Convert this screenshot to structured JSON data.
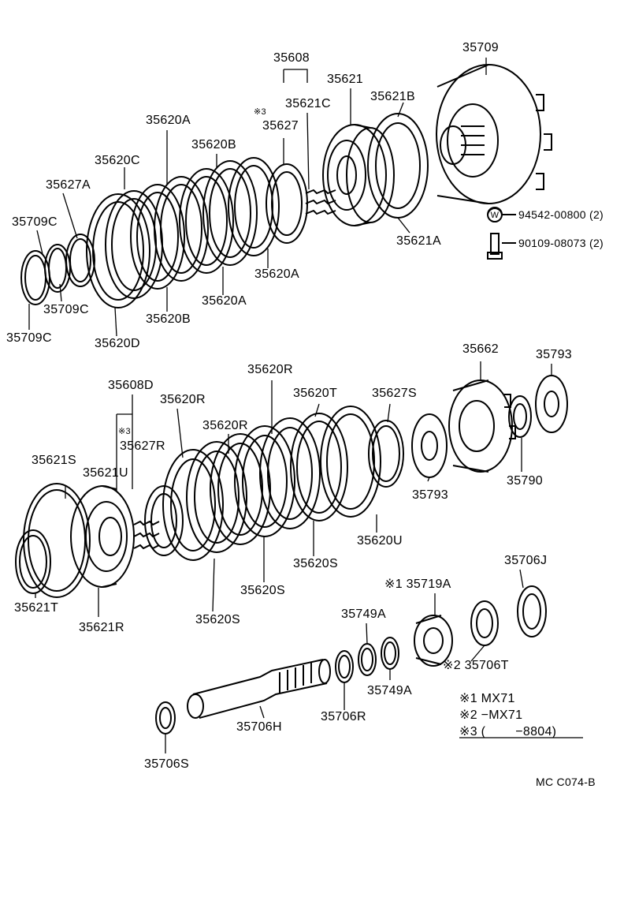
{
  "labels": {
    "p35608": "35608",
    "p35709": "35709",
    "p35621": "35621",
    "p35621B": "35621B",
    "p35621C": "35621C",
    "note3a": "※3",
    "p35627": "35627",
    "p35620A_top": "35620A",
    "p35620B_top": "35620B",
    "p35620C": "35620C",
    "p35627A": "35627A",
    "p35709C_a": "35709C",
    "p35709C_b": "35709C",
    "p35709C_c": "35709C",
    "p35620D": "35620D",
    "p35620B_bot": "35620B",
    "p35620A_mid": "35620A",
    "p35620A_right": "35620A",
    "p35621A": "35621A",
    "p94542_circle": "W",
    "p94542": "94542-00800 (2)",
    "p90109": "90109-08073 (2)",
    "p35662": "35662",
    "p35793_top": "35793",
    "p35793_bot": "35793",
    "p35790": "35790",
    "p35608D": "35608D",
    "note3b": "※3",
    "p35627R": "35627R",
    "p35621U": "35621U",
    "p35621S": "35621S",
    "p35620R_a": "35620R",
    "p35620R_b": "35620R",
    "p35620R_c": "35620R",
    "p35620T": "35620T",
    "p35627S": "35627S",
    "p35620U": "35620U",
    "p35620S_a": "35620S",
    "p35620S_b": "35620S",
    "p35620S_c": "35620S",
    "p35621T": "35621T",
    "p35621R": "35621R",
    "p35719A": "※1 35719A",
    "p35706J": "35706J",
    "p35749A_a": "35749A",
    "p35749A_b": "35749A",
    "p35706T": "※2 35706T",
    "p35706R": "35706R",
    "p35706H": "35706H",
    "p35706S": "35706S"
  },
  "notes": {
    "n1": "※1 MX71",
    "n2": "※2 −MX71",
    "n3": "※3 (        −8804)"
  },
  "diagram_code": "MC C074-B"
}
